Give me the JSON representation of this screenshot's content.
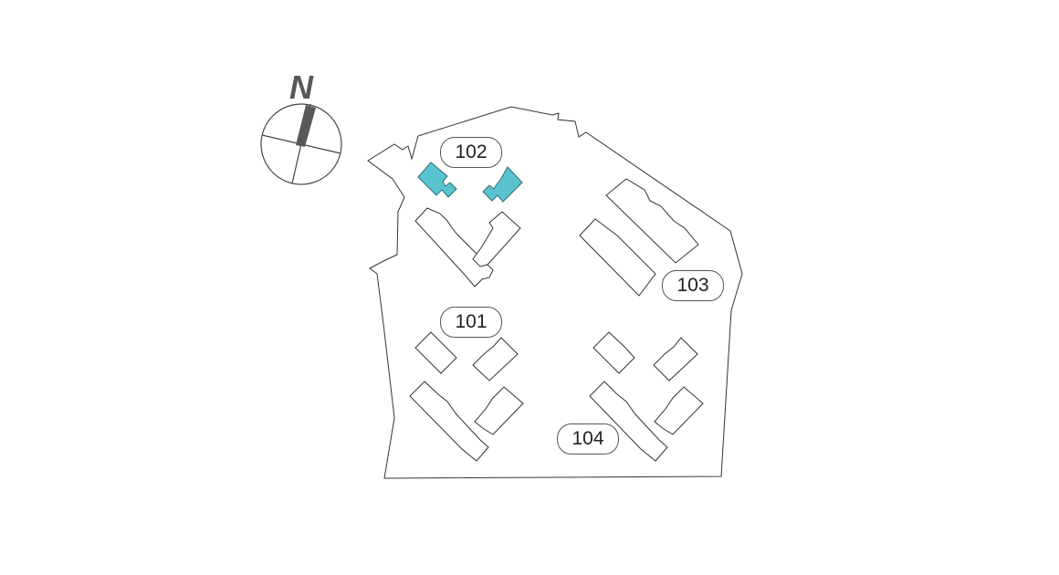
{
  "compass": {
    "north_label": "N",
    "color": "#58585a"
  },
  "colors": {
    "selected_building": "#5bc3cf",
    "outline": "#333333"
  },
  "sections": [
    {
      "label": "102",
      "highlighted": true
    },
    {
      "label": "101",
      "highlighted": false
    },
    {
      "label": "103",
      "highlighted": false
    },
    {
      "label": "104",
      "highlighted": false
    }
  ]
}
